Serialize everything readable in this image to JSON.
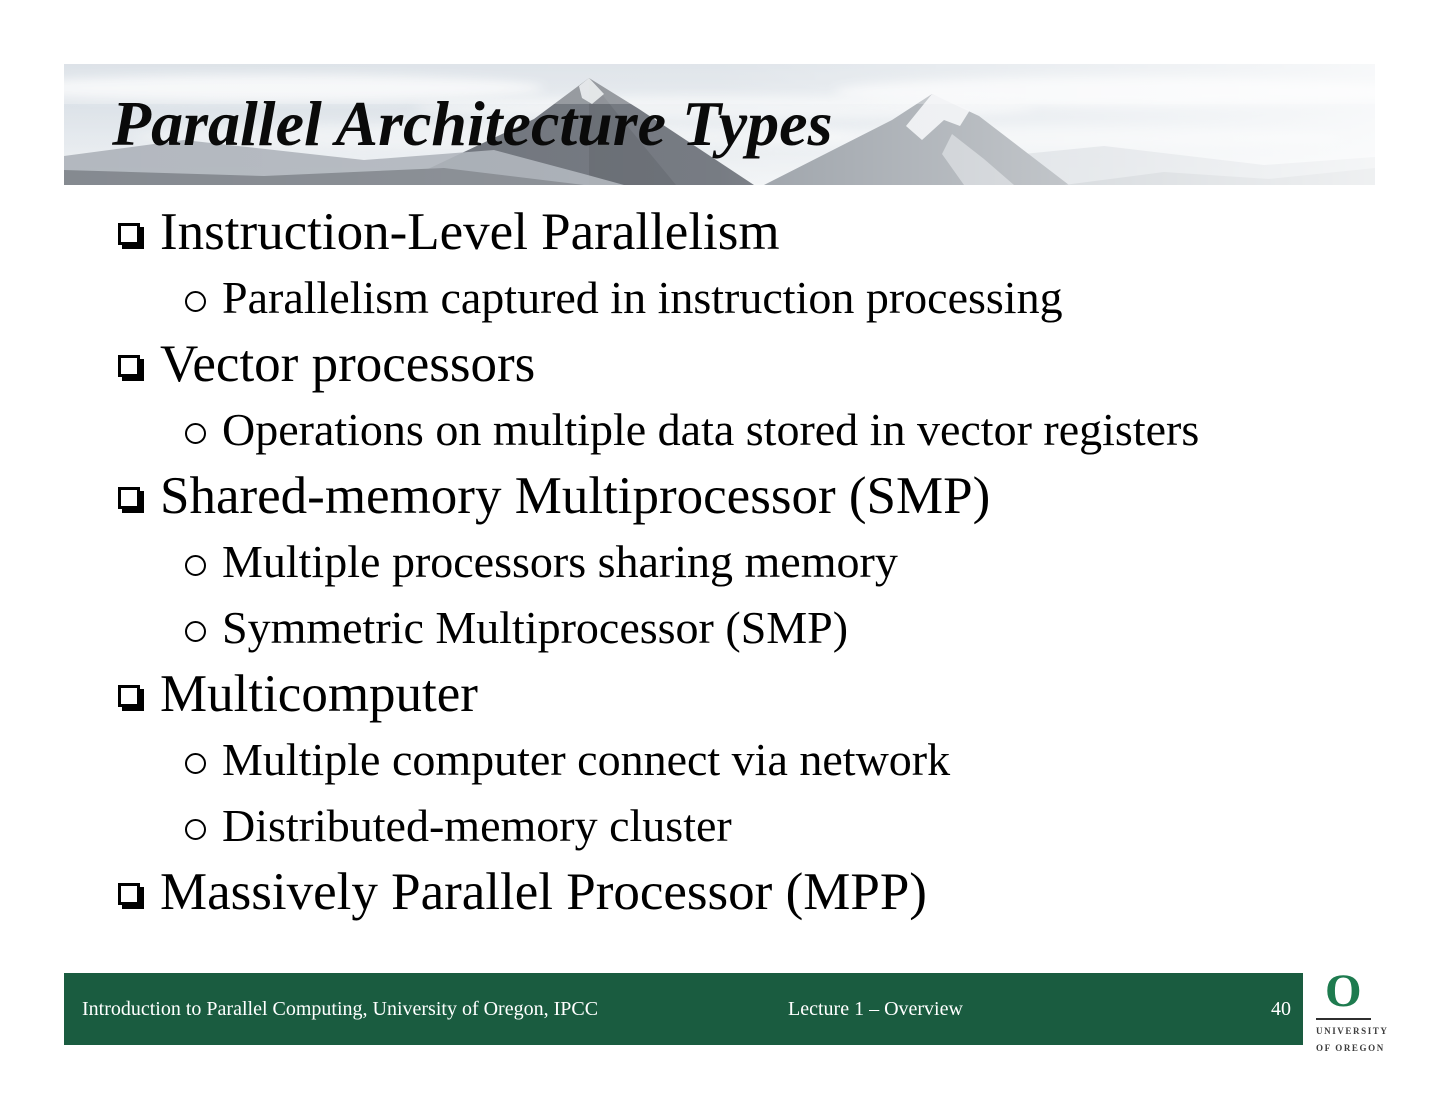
{
  "slide": {
    "title": "Parallel Architecture Types",
    "bullets": [
      {
        "level": 1,
        "text": "Instruction-Level Parallelism"
      },
      {
        "level": 2,
        "text": "Parallelism captured in instruction processing"
      },
      {
        "level": 1,
        "text": "Vector processors"
      },
      {
        "level": 2,
        "text": "Operations on multiple data stored in vector registers"
      },
      {
        "level": 1,
        "text": "Shared-memory Multiprocessor (SMP)"
      },
      {
        "level": 2,
        "text": "Multiple processors sharing memory"
      },
      {
        "level": 2,
        "text": "Symmetric Multiprocessor (SMP)"
      },
      {
        "level": 1,
        "text": "Multicomputer"
      },
      {
        "level": 2,
        "text": "Multiple computer connect via network"
      },
      {
        "level": 2,
        "text": "Distributed-memory cluster"
      },
      {
        "level": 1,
        "text": "Massively Parallel Processor (MPP)"
      }
    ],
    "footer": {
      "left": "Introduction to Parallel Computing, University of Oregon, IPCC",
      "center": "Lecture 1 – Overview",
      "page": "40"
    },
    "logo": {
      "letter": "O",
      "line1": "UNIVERSITY",
      "line2": "OF OREGON"
    },
    "icons": {
      "level1_bullet": "square-bullet-icon",
      "level2_bullet": "circle-bullet-icon"
    },
    "colors": {
      "footer_green": "#1a5c40",
      "logo_green": "#1e7b4f",
      "text_black": "#000000"
    }
  }
}
